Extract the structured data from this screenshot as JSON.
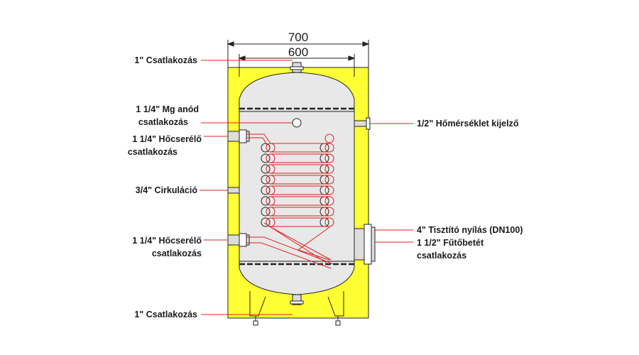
{
  "dimensions": {
    "outer": "700",
    "inner": "600"
  },
  "labels": {
    "top_connection": "1\" Csatlakozás",
    "mg_anode_line1": "1 1/4\" Mg anód",
    "mg_anode_line2": "csatlakozás",
    "hx_upper_line1": "1 1/4\" Hőcserélő",
    "hx_upper_line2": "csatlakozás",
    "circulation": "3/4\" Cirkuláció",
    "hx_lower_line1": "1 1/4\" Hőcserélő",
    "hx_lower_line2": "csatlakozás",
    "bottom_connection": "1\" Csatlakozás",
    "thermometer": "1/2\" Hőmérséklet kijelző",
    "cleaning_opening": "4\" Tisztító nyílás (DN100)",
    "heater_line1": "1 1/2\" Fűtőbetét",
    "heater_line2": "csatlakozás"
  },
  "colors": {
    "insulation": "#ffff33",
    "tank": "#e8e8e8",
    "coil": "#e02020",
    "leader": "#e02020",
    "outline": "#222222"
  }
}
